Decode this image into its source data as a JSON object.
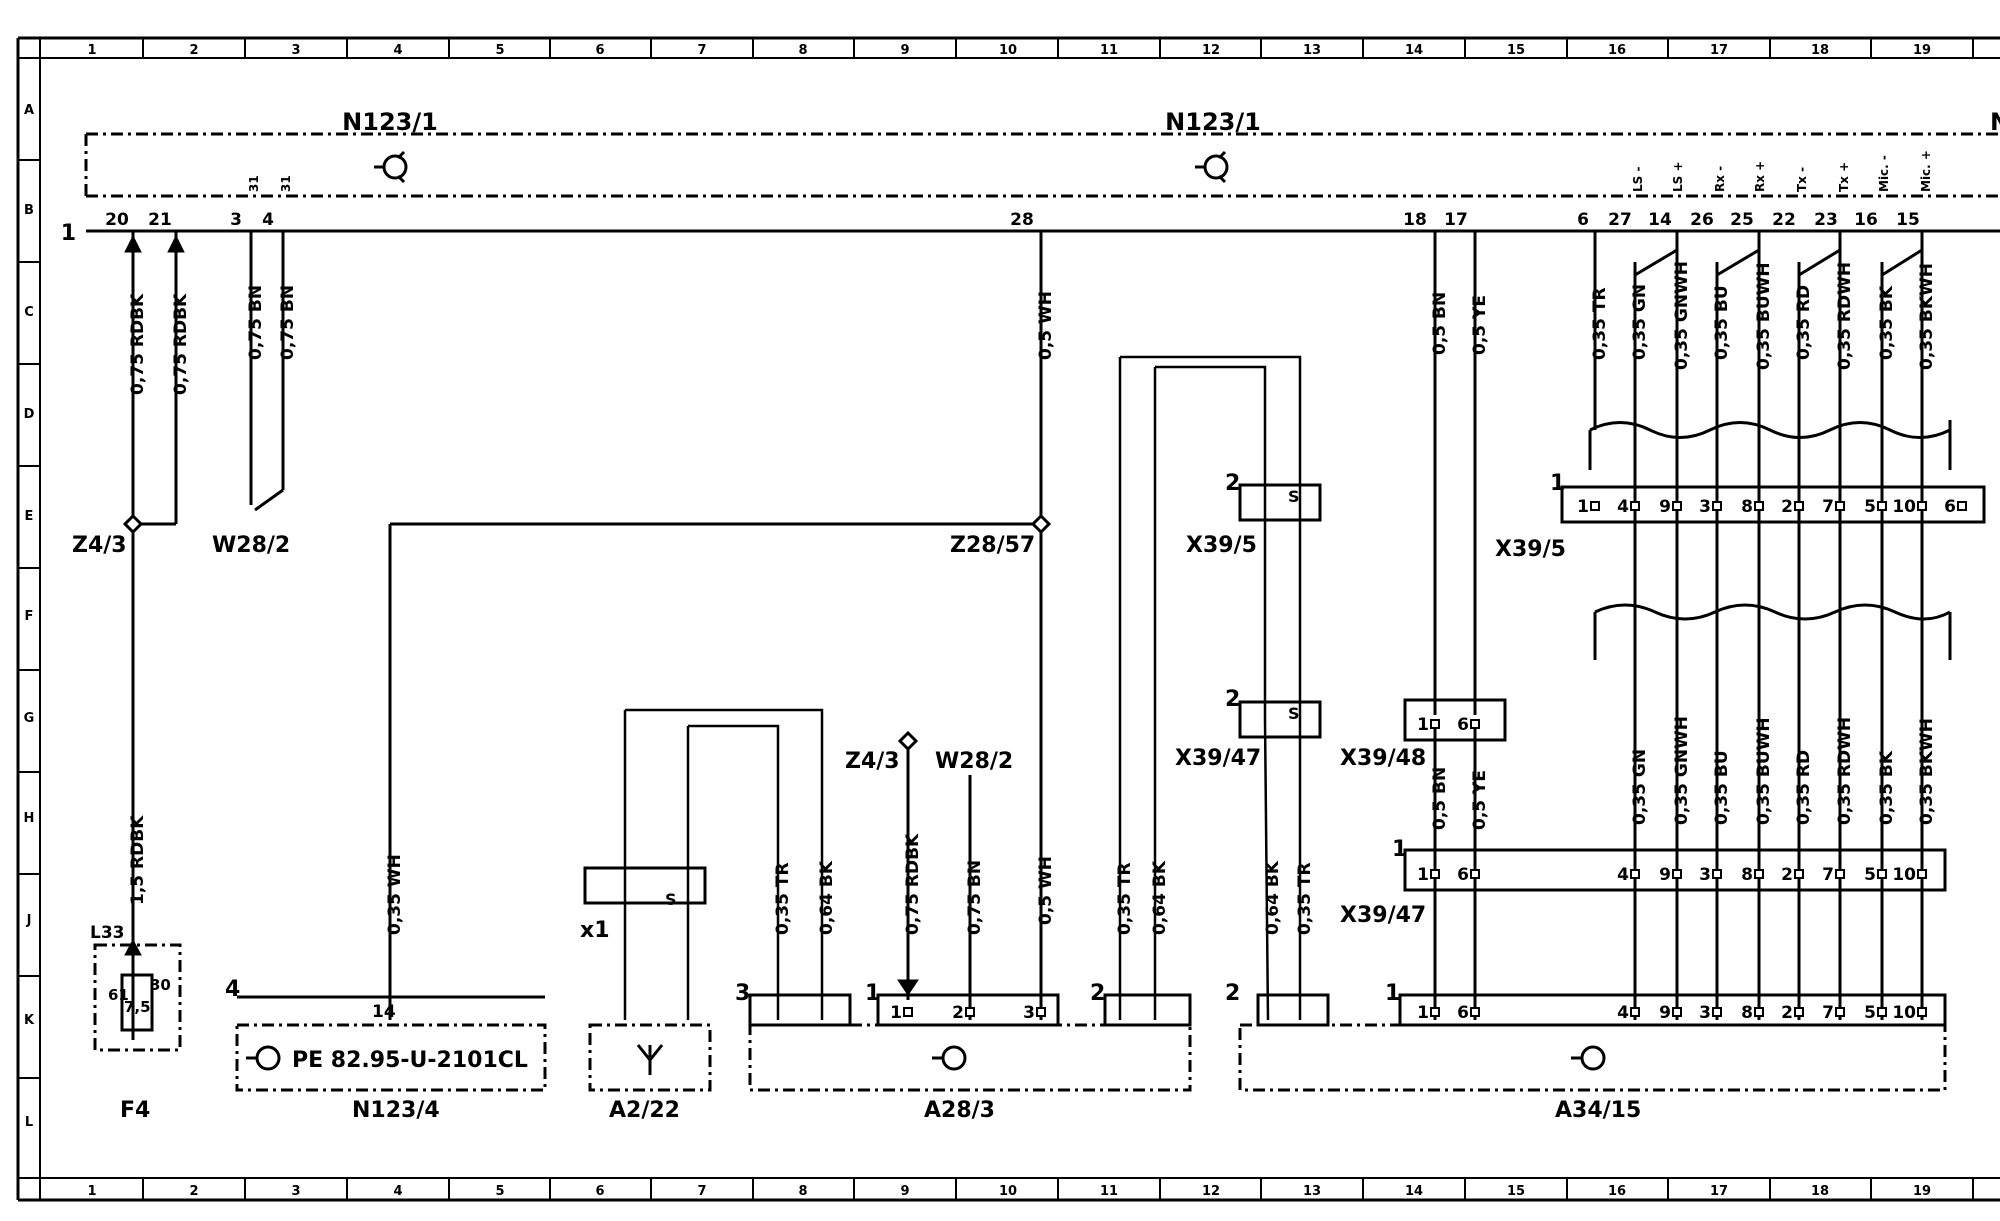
{
  "grid": {
    "columns": [
      "1",
      "2",
      "3",
      "4",
      "5",
      "6",
      "7",
      "8",
      "9",
      "10",
      "11",
      "12",
      "13",
      "14",
      "15",
      "16",
      "17",
      "18",
      "19"
    ],
    "rows": [
      "A",
      "B",
      "C",
      "D",
      "E",
      "F",
      "G",
      "H",
      "J",
      "K",
      "L"
    ]
  },
  "labels": {
    "n123_1_left": "N123/1",
    "n123_1_center": "N123/1",
    "n123_1_right": "N",
    "one_b": "1",
    "z4_3": "Z4/3",
    "w28_2": "W28/2",
    "z28_57": "Z28/57",
    "x39_5_a": "X39/5",
    "x39_5_b": "X39/5",
    "x39_47_a": "X39/47",
    "x39_47_b": "X39/47",
    "x39_48": "X39/48",
    "x1": "x1",
    "z4_3_lower": "Z4/3",
    "w28_2_lower": "W28/2",
    "f4": "F4",
    "n123_4": "N123/4",
    "a2_22": "A2/22",
    "a28_3": "A28/3",
    "a34_15": "A34/15",
    "l33": "L33",
    "f4_61": "61",
    "f4_30": "30",
    "f4_7_5": "7,5",
    "part_no": "PE 82.95-U-2101CL",
    "n123_4_pin_group": "4",
    "a28_3_group": "3",
    "a28_3_group_1": "1",
    "a28_3_group_2": "2",
    "a34_15_group_2": "2",
    "a34_15_group_1": "1",
    "x39_47_group": "1",
    "x39_5_group": "1",
    "x39_5_conn_2": "2",
    "x39_47_conn_2": "2",
    "shield_s": "S"
  },
  "pins_top": {
    "p20": "20",
    "p21": "21",
    "p3": "3",
    "p4": "4",
    "p28": "28",
    "p18": "18",
    "p17": "17",
    "p6": "6",
    "p27": "27",
    "p14": "14",
    "p26": "26",
    "p25": "25",
    "p22": "22",
    "p23": "23",
    "p16": "16",
    "p15": "15",
    "p31a": "31",
    "p31b": "31",
    "sig_ls_minus": "LS -",
    "sig_ls_plus": "LS +",
    "sig_rx_minus": "Rx -",
    "sig_rx_plus": "Rx +",
    "sig_tx_minus": "Tx -",
    "sig_tx_plus": "Tx +",
    "sig_mic_minus": "Mic. -",
    "sig_mic_plus": "Mic. +"
  },
  "wires": {
    "w_075_rdbk_a": "0,75 RDBK",
    "w_075_rdbk_b": "0,75 RDBK",
    "w_075_bn_a": "0,75 BN",
    "w_075_bn_b": "0,75 BN",
    "w_05_wh_top": "0,5 WH",
    "w_05_bn_top": "0,5 BN",
    "w_05_ye_top": "0,5 YE",
    "w_035_tr_top": "0,35 TR",
    "w_035_gn_top": "0,35 GN",
    "w_035_gnwh_top": "0,35 GNWH",
    "w_035_bu_top": "0,35 BU",
    "w_035_buwh_top": "0,35 BUWH",
    "w_035_rd_top": "0,35 RD",
    "w_035_rdwh_top": "0,35 RDWH",
    "w_035_bk_top": "0,35 BK",
    "w_035_bkwh_top": "0,35 BKWH",
    "w_15_rdbk": "1,5 RDBK",
    "w_035_wh": "0,35 WH",
    "w_035_tr_a": "0,35 TR",
    "w_064_bk_a": "0,64 BK",
    "w_075_rdbk_c": "0,75 RDBK",
    "w_075_bn_c": "0,75 BN",
    "w_05_wh_low": "0,5 WH",
    "w_035_tr_b": "0,35 TR",
    "w_064_bk_b": "0,64 BK",
    "w_064_bk_c": "0,64 BK",
    "w_035_tr_c": "0,35 TR",
    "w_05_bn_low": "0,5 BN",
    "w_05_ye_low": "0,5 YE",
    "w_035_gn_low": "0,35 GN",
    "w_035_gnwh_low": "0,35 GNWH",
    "w_035_bu_low": "0,35 BU",
    "w_035_buwh_low": "0,35 BUWH",
    "w_035_rd_low": "0,35 RD",
    "w_035_rdwh_low": "0,35 RDWH",
    "w_035_bk_low": "0,35 BK",
    "w_035_bkwh_low": "0,35 BKWH"
  },
  "pins_lower": {
    "x39_5_row": [
      "1",
      "4",
      "9",
      "3",
      "8",
      "2",
      "7",
      "5",
      "10",
      "6"
    ],
    "x39_47_row": [
      "1",
      "6",
      "4",
      "9",
      "3",
      "8",
      "2",
      "7",
      "5",
      "10"
    ],
    "a34_15_row": [
      "1",
      "6",
      "4",
      "9",
      "3",
      "8",
      "2",
      "7",
      "5",
      "10"
    ],
    "x39_48_row": [
      "1",
      "6"
    ],
    "a28_3_row": [
      "1",
      "2",
      "3"
    ],
    "n123_4_pin": "14"
  }
}
